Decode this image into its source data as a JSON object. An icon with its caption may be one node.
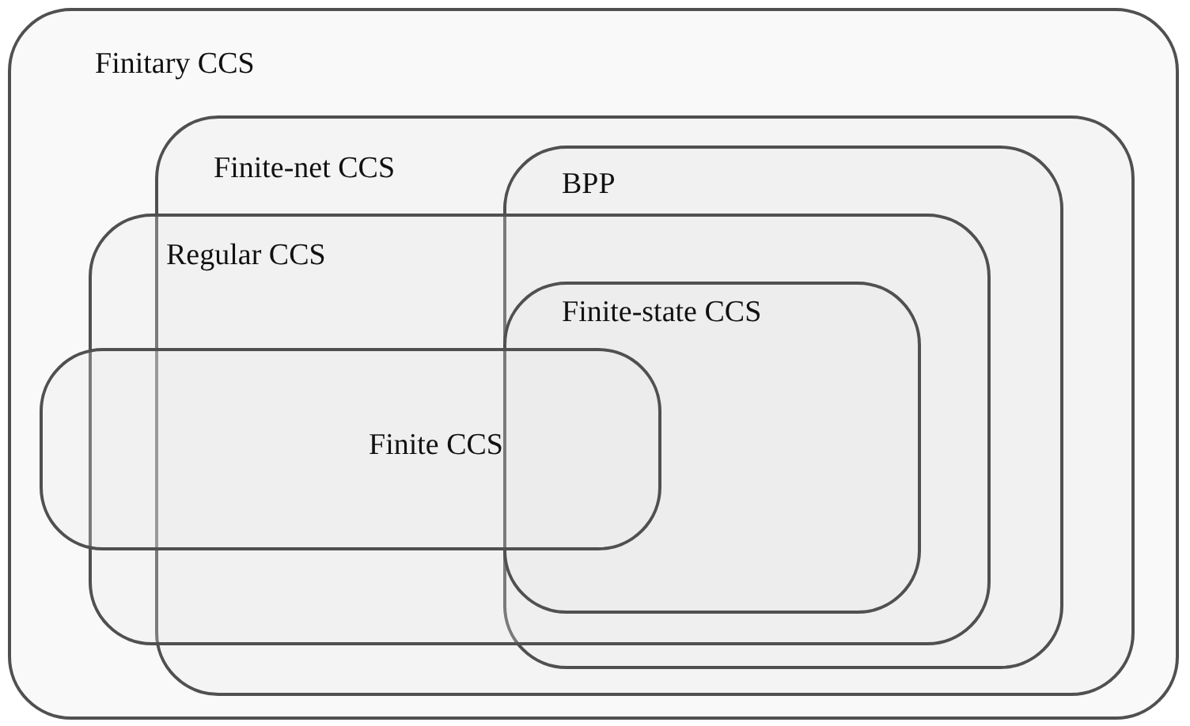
{
  "diagram": {
    "nodes": [
      {
        "text": [
          "Finitary CCS"
        ]
      },
      {
        "text": [
          "Finite-net CCS"
        ],
        "in": 0
      },
      {
        "text": [
          "BPP"
        ],
        "in": 1
      },
      {
        "text": [
          "Regular CCS"
        ],
        "in": 0
      },
      {
        "text": [
          "Finite-state CCS"
        ]
      },
      {
        "text": [
          "Finite CCS"
        ],
        "in": 0
      }
    ]
  }
}
